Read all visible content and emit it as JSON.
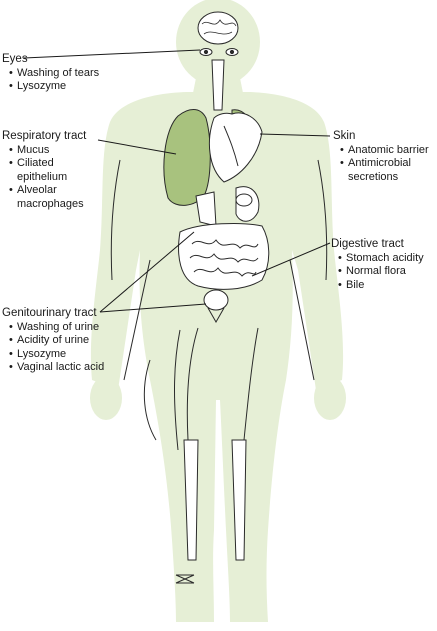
{
  "colors": {
    "body_fill": "#e6efd6",
    "lung_fill": "#a8c27e",
    "organ_fill": "#ffffff",
    "outline": "#2a2a2a"
  },
  "callouts": {
    "eyes": {
      "title": "Eyes",
      "items": [
        "Washing of tears",
        "Lysozyme"
      ]
    },
    "respiratory": {
      "title": "Respiratory tract",
      "items": [
        "Mucus",
        "Ciliated",
        "epithelium",
        "Alveolar",
        "macrophages"
      ]
    },
    "skin": {
      "title": "Skin",
      "items": [
        "Anatomic barrier",
        "Antimicrobial",
        "secretions"
      ]
    },
    "digestive": {
      "title": "Digestive tract",
      "items": [
        "Stomach acidity",
        "Normal flora",
        "Bile"
      ]
    },
    "genitourinary": {
      "title": "Genitourinary tract",
      "items": [
        "Washing of urine",
        "Acidity of urine",
        "Lysozyme",
        "Vaginal lactic acid"
      ]
    }
  }
}
